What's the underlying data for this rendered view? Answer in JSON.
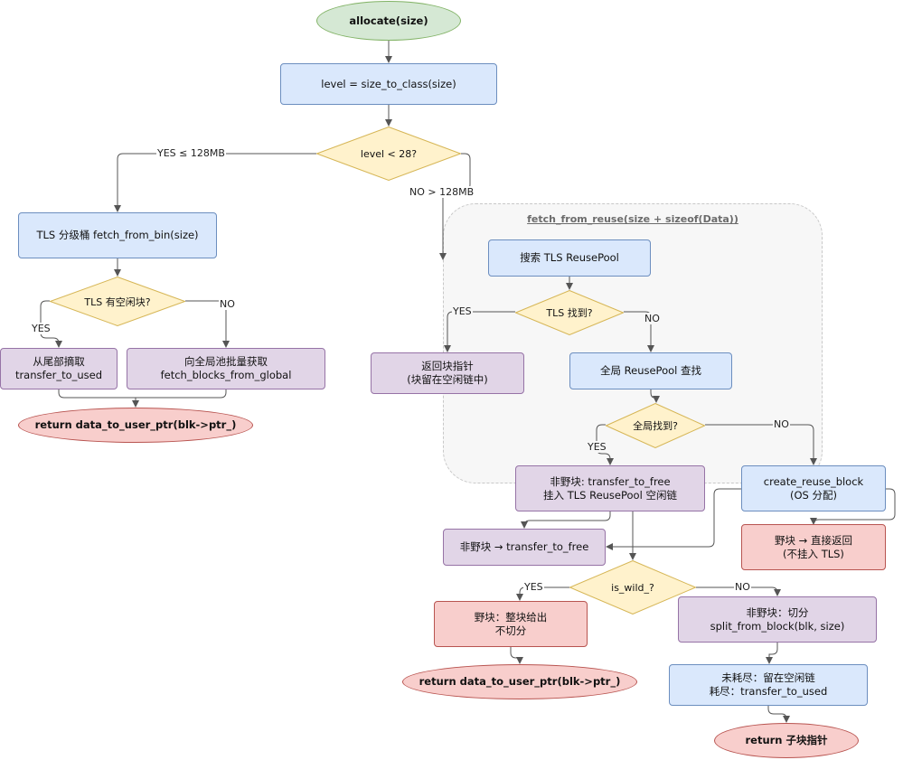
{
  "group": {
    "title": "fetch_from_reuse(size + sizeof(Data))"
  },
  "nodes": {
    "allocate": "allocate(size)",
    "level_calc": "level = size_to_class(size)",
    "level_check": "level < 28?",
    "tls_bin": "TLS 分级桶 fetch_from_bin(size)",
    "tls_has_free": "TLS 有空闲块?",
    "tail_take": "从尾部摘取\ntransfer_to_used",
    "global_batch": "向全局池批量获取\nfetch_blocks_from_global",
    "return_small": "return data_to_user_ptr(blk->ptr_)",
    "search_tls_reuse": "搜索 TLS ReusePool",
    "tls_found": "TLS 找到?",
    "return_block_ptr": "返回块指针\n(块留在空闲链中)",
    "global_reuse_search": "全局 ReusePool 查找",
    "global_found": "全局找到?",
    "non_wild_transfer": "非野块: transfer_to_free\n挂入 TLS ReusePool 空闲链",
    "create_reuse_block": "create_reuse_block\n(OS 分配)",
    "non_wild_transfer2": "非野块 → transfer_to_free",
    "wild_direct_return": "野块 → 直接返回\n(不挂入 TLS)",
    "is_wild": "is_wild_?",
    "wild_whole": "野块：整块给出\n不切分",
    "non_wild_split": "非野块：切分\nsplit_from_block(blk, size)",
    "return_large": "return data_to_user_ptr(blk->ptr_)",
    "remain_check": "未耗尽：留在空闲链\n耗尽：transfer_to_used",
    "return_sub": "return 子块指针"
  },
  "edge_labels": {
    "yes_small": "YES ≤ 128MB",
    "no_large": "NO > 128MB",
    "tls_yes": "YES",
    "tls_no": "NO",
    "reuse_yes": "YES",
    "reuse_no": "NO",
    "global_yes": "YES",
    "global_no": "NO",
    "wild_yes": "YES",
    "wild_no": "NO"
  },
  "colors": {
    "start": "#d5e8d4",
    "process": "#dae8fc",
    "action": "#e1d5e7",
    "terminal": "#f8cecc",
    "decision": "#fff2cc",
    "edge": "#555555"
  }
}
